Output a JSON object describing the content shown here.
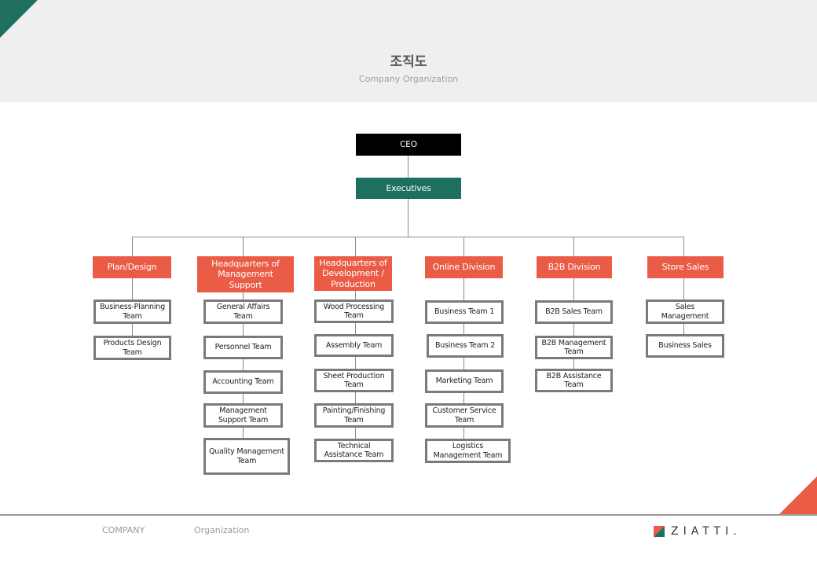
{
  "header": {
    "title": "조직도",
    "subtitle": "Company Organization"
  },
  "colors": {
    "accent_green": "#1f6f5e",
    "accent_orange": "#ea5c46",
    "dark": "#000000",
    "line": "#8a8a8a"
  },
  "org": {
    "ceo": "CEO",
    "executives": "Executives",
    "departments": [
      {
        "name": "Plan/Design",
        "teams": [
          "Business-Planning Team",
          "Products Design Team"
        ]
      },
      {
        "name": "Headquarters of Management Support",
        "teams": [
          "General Affairs Team",
          "Personnel Team",
          "Accounting Team",
          "Management Support Team",
          "Quality Management Team"
        ]
      },
      {
        "name": "Headquarters of Development / Production",
        "teams": [
          "Wood Processing Team",
          "Assembly Team",
          "Sheet Production Team",
          "Painting/Finishing Team",
          "Technical Assistance Team"
        ]
      },
      {
        "name": "Online Division",
        "teams": [
          "Business Team 1",
          "Business Team 2",
          "Marketing Team",
          "Customer Service Team",
          "Logistics Management Team"
        ]
      },
      {
        "name": "B2B Division",
        "teams": [
          "B2B Sales Team",
          "B2B Management Team",
          "B2B Assistance Team"
        ]
      },
      {
        "name": "Store Sales",
        "teams": [
          "Sales Management",
          "Business Sales"
        ]
      }
    ]
  },
  "footer": {
    "left": "COMPANY",
    "middle": "Organization",
    "logo_text": "ZIATTI."
  }
}
